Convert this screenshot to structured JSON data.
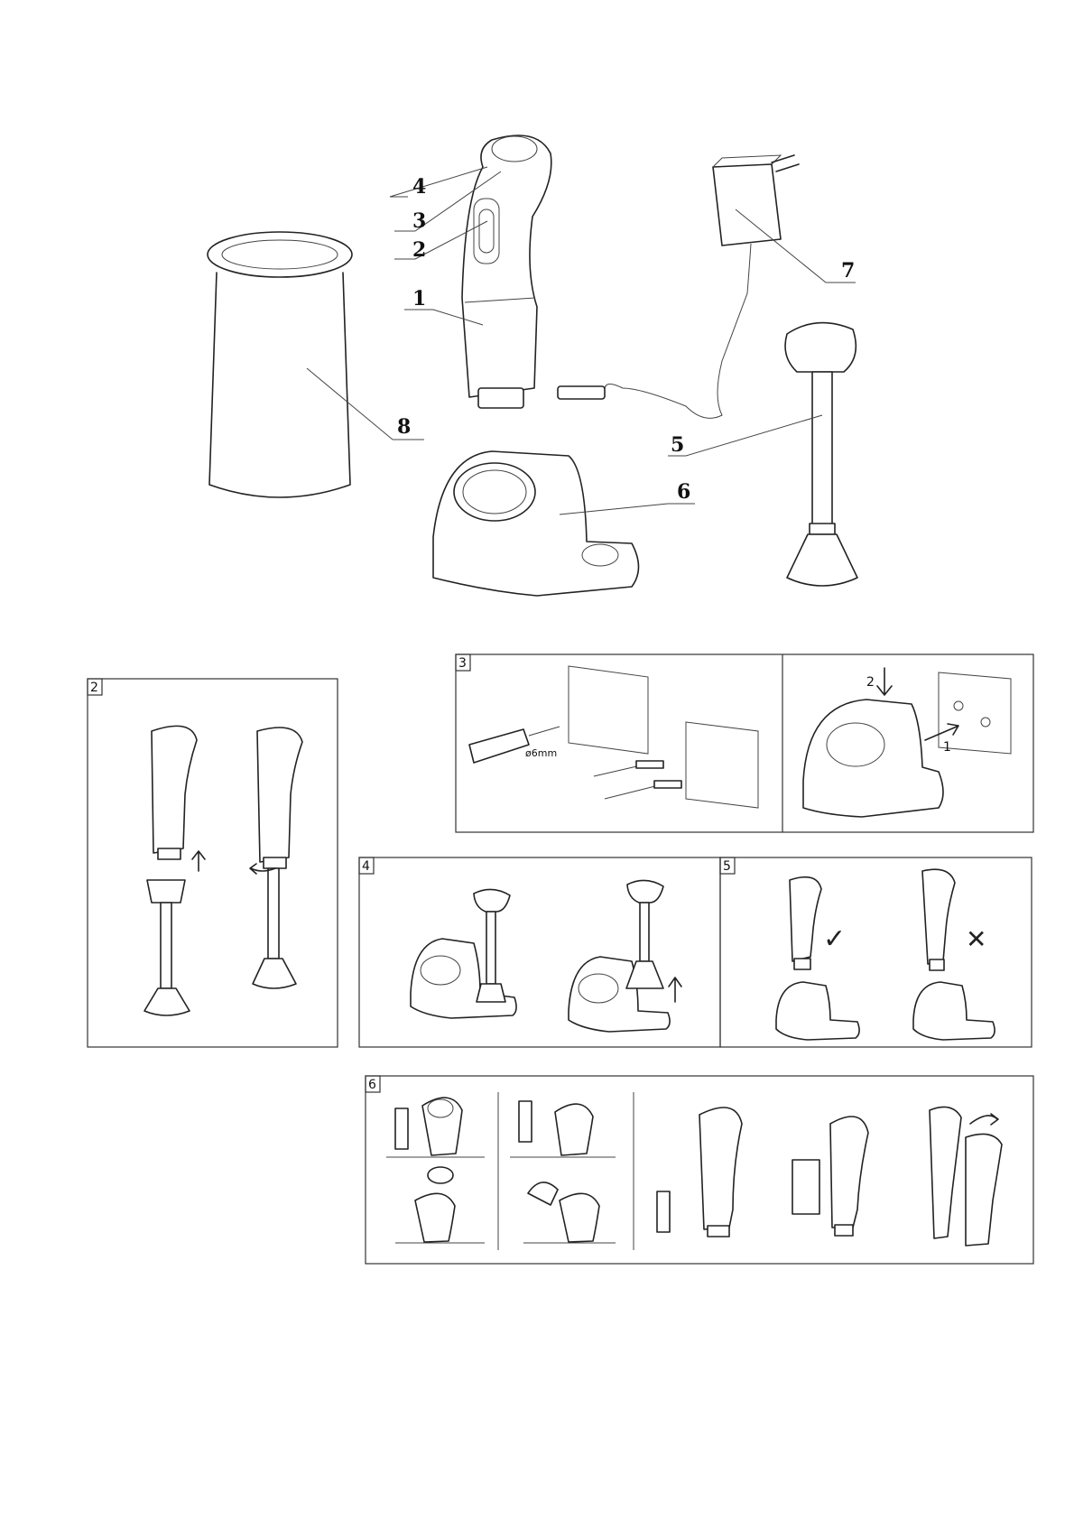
{
  "parts": [
    "1",
    "2",
    "3",
    "4",
    "5",
    "6",
    "7",
    "8"
  ],
  "panels": [
    "2",
    "3",
    "4",
    "5",
    "6"
  ],
  "panel3": {
    "drill_label": "ø6mm",
    "step1": "1",
    "step2": "2"
  },
  "panel5": {
    "ok_mark": "✓",
    "no_mark": "✕"
  }
}
